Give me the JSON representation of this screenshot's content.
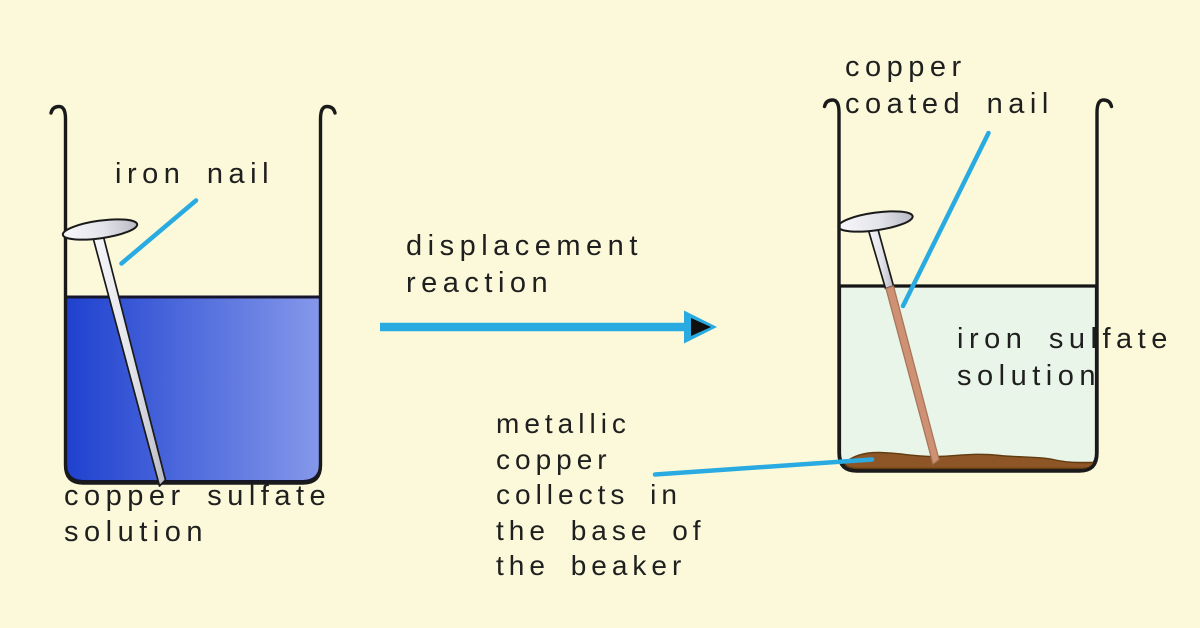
{
  "title": "displacement reaction diagram",
  "colors": {
    "background": "#fbf9d9",
    "text": "#1f1f1f",
    "pointer": "#29abe2",
    "copper_sulfate_left": "#1e41cf",
    "copper_sulfate_right": "#8598ea",
    "iron_sulfate": "#e9f5e8",
    "copper_coating": "#cf9173",
    "copper_sediment": "#8e5526"
  },
  "labels": {
    "iron_nail": "iron nail",
    "copper_sulfate": "copper sulfate\nsolution",
    "displacement": "displacement\nreaction",
    "copper_coated": "copper\ncoated nail",
    "iron_sulfate": "iron sulfate\nsolution",
    "metallic_copper": "metallic\ncopper\ncollects in\nthe base of\nthe beaker"
  }
}
